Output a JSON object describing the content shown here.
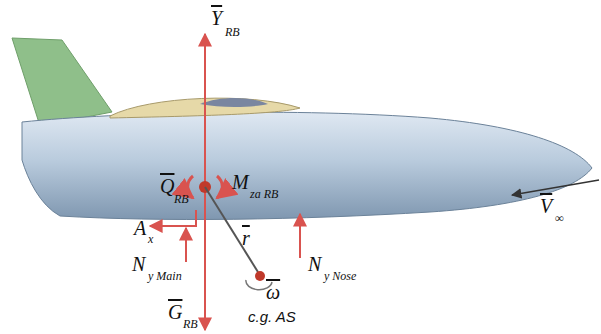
{
  "diagram": {
    "labels": [
      "Y",
      "RB",
      "Q",
      "RB",
      "M",
      "za RB",
      "A",
      "x",
      "N",
      "y Main",
      "r",
      "ω",
      "N",
      "y Nose",
      "V",
      "∞",
      "G",
      "RB",
      "c.g. AS"
    ]
  }
}
